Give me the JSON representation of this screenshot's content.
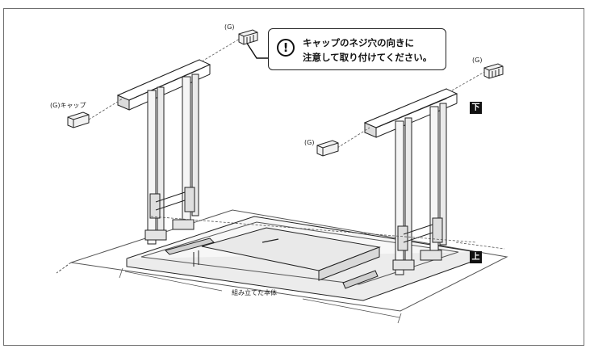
{
  "notice": {
    "line1": "キャップのネジ穴の向きに",
    "line2": "注意して取り付けてください。",
    "icon": "exclamation-circle-icon"
  },
  "labels": {
    "cap_g_top": "(G)",
    "cap_g_left": "(G)キャップ",
    "cap_g_right_top": "(G)",
    "cap_g_right_mid": "(G)",
    "assembled_body": "組み立てた本体"
  },
  "tags": {
    "bottom": "下",
    "top": "上"
  }
}
